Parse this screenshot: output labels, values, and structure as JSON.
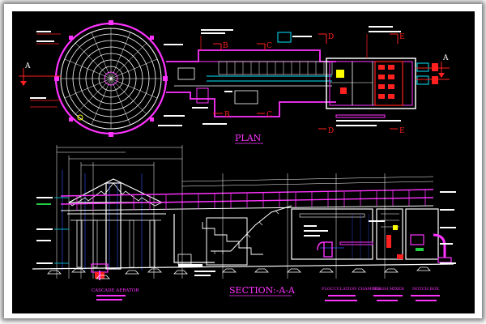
{
  "drawing": {
    "plan_title": "PLAN",
    "section_title": "SECTION:-A-A",
    "section_marks": {
      "a": "A",
      "b": "B",
      "c": "C",
      "d": "D",
      "e": "E"
    },
    "captions": {
      "aerator": "CASCADE AERATOR",
      "flocc": "FLOCCULATION CHAMBER",
      "flash": "FLASH MIXER",
      "notch": "NOTCH BOX"
    }
  },
  "colors": {
    "magenta": "#ff33ff",
    "white": "#ffffff",
    "cyan": "#00e6ff",
    "red": "#ff2020",
    "green": "#22cc44",
    "blue": "#3355ff",
    "yellow": "#e6e633",
    "grey": "#9a9a9a"
  }
}
